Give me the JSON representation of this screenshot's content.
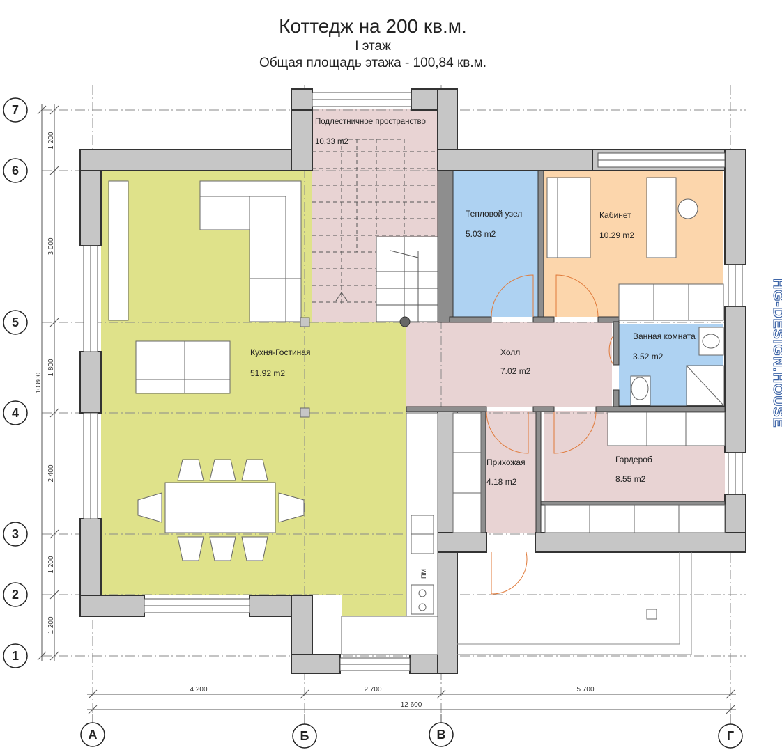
{
  "header": {
    "title": "Коттедж на 200 кв.м.",
    "floor": "I этаж",
    "area_note": "Общая площадь этажа - 100,84 кв.м."
  },
  "rooms": {
    "under_stairs": {
      "name": "Подлестничное пространство",
      "area": "10.33 m2"
    },
    "heating": {
      "name": "Тепловой узел",
      "area": "5.03 m2"
    },
    "office": {
      "name": "Кабинет",
      "area": "10.29 m2"
    },
    "kitchen_living": {
      "name": "Кухня-Гостиная",
      "area": "51.92 m2"
    },
    "hall": {
      "name": "Холл",
      "area": "7.02 m2"
    },
    "bathroom": {
      "name": "Ванная комната",
      "area": "3.52 m2"
    },
    "entry": {
      "name": "Прихожая",
      "area": "4.18 m2"
    },
    "wardrobe": {
      "name": "Гардероб",
      "area": "8.55 m2"
    }
  },
  "axes": {
    "rows": [
      "7",
      "6",
      "5",
      "4",
      "3",
      "2",
      "1"
    ],
    "cols": [
      "А",
      "Б",
      "В",
      "Г"
    ]
  },
  "dimensions": {
    "vertical": [
      "1 200",
      "3 000",
      "1 800",
      "2 400",
      "1 200",
      "1 200"
    ],
    "vertical_total": "10 800",
    "horizontal": [
      "4 200",
      "2 700",
      "5 700"
    ],
    "horizontal_total": "12 600"
  },
  "appliance_labels": {
    "fridge": "ПМ"
  },
  "watermark": "HG-DESIGN.HOUSE",
  "colors": {
    "kitchen_living": "#dfe28a",
    "hall": "#e8d3d3",
    "heating": "#aed2f2",
    "office": "#fcd6ac",
    "wall": "#c6c6c6",
    "watermark": "#3f66a8"
  }
}
